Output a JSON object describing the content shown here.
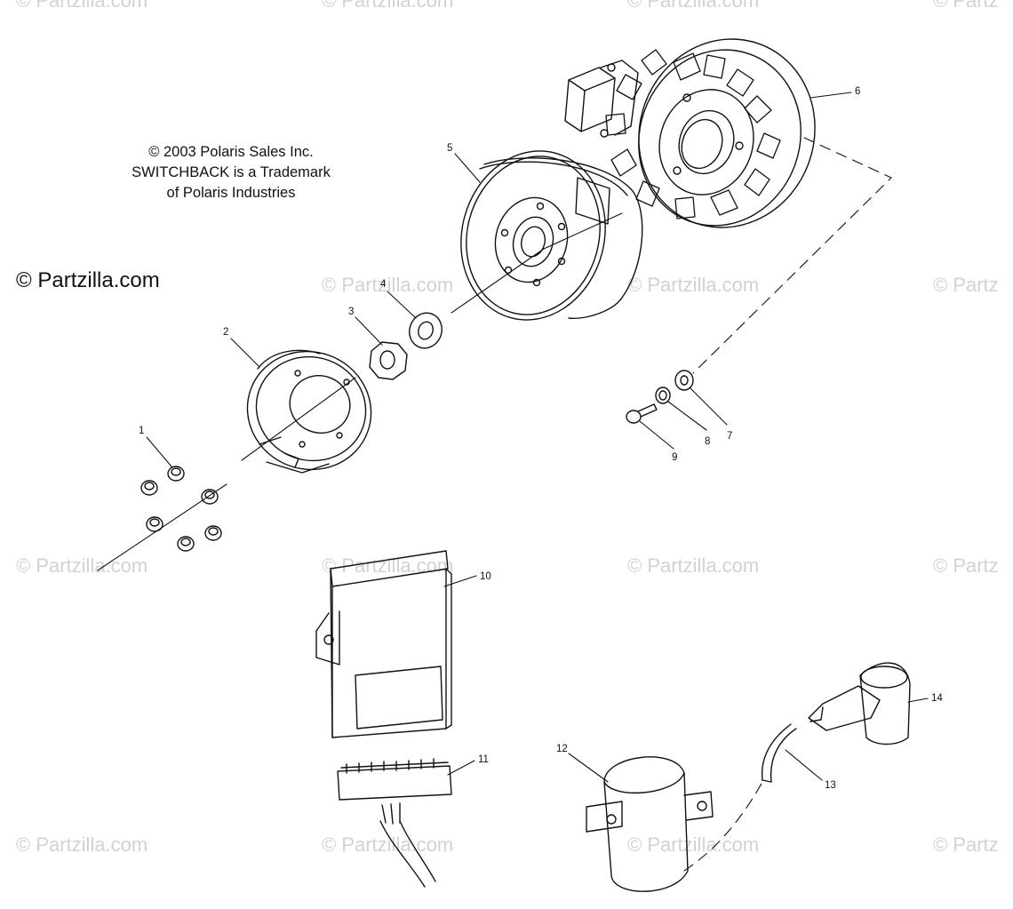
{
  "notice": {
    "line1": "© 2003 Polaris Sales Inc.",
    "line2": "SWITCHBACK is a Trademark",
    "line3": "of Polaris Industries"
  },
  "brand": "© Partzilla.com",
  "watermarks": {
    "full": "© Partzilla.com",
    "partial": "© Partz",
    "top_partial": "© Partzilla.com"
  },
  "callouts": [
    "1",
    "2",
    "3",
    "4",
    "5",
    "6",
    "7",
    "8",
    "9",
    "10",
    "11",
    "12",
    "13",
    "14"
  ],
  "colors": {
    "line": "#111111",
    "watermark": "#d2d2d2",
    "background": "#ffffff"
  }
}
